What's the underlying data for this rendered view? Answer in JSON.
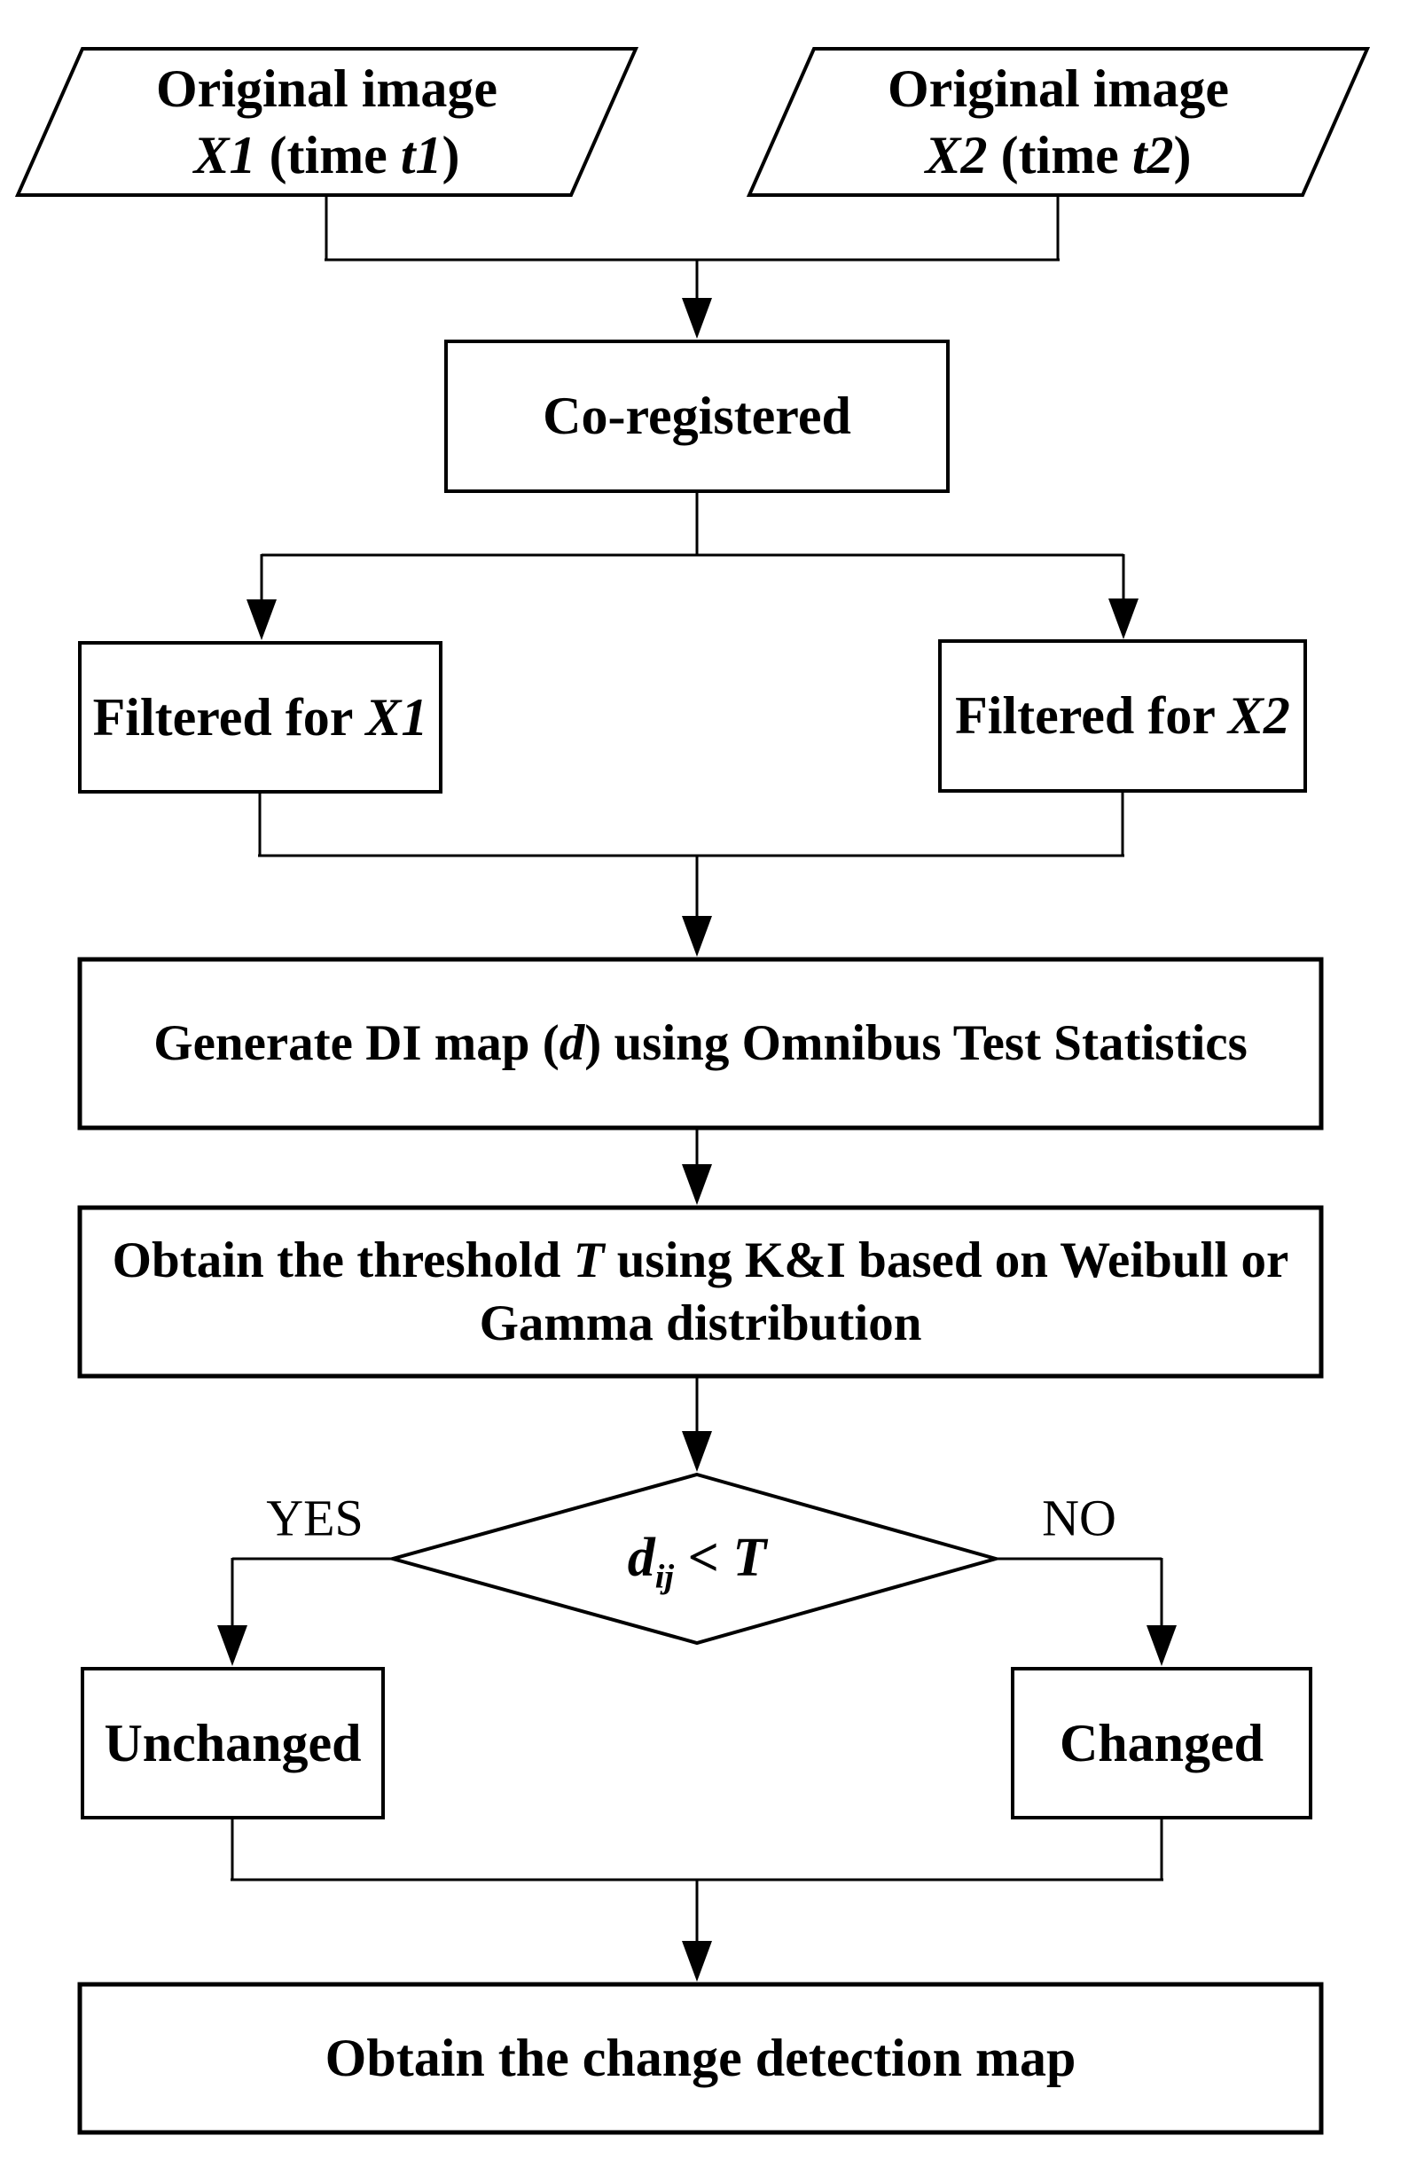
{
  "colors": {
    "background": "#ffffff",
    "stroke": "#000000",
    "text": "#000000"
  },
  "nodes": {
    "source1": {
      "line1": "Original image",
      "x": "X1",
      "between": " (time ",
      "t": "t1",
      "close": ")"
    },
    "source2": {
      "line1": "Original image",
      "x": "X2",
      "between": " (time ",
      "t": "t2",
      "close": ")"
    },
    "coregister": {
      "label": "Co-registered"
    },
    "filter1": {
      "prefix": "Filtered for ",
      "x": "X1"
    },
    "filter2": {
      "prefix": "Filtered for ",
      "x": "X2"
    },
    "generate": {
      "prefix": "Generate DI map (",
      "d": "d",
      "suffix": ") using Omnibus Test Statistics"
    },
    "threshold": {
      "line1_a": "Obtain the threshold ",
      "line1_b": "T",
      "line1_c": " using K&I based on Weibull or",
      "line2": "Gamma distribution"
    },
    "decision": {
      "d": "d",
      "sub": "ij",
      "op": " < ",
      "t": "T"
    },
    "unchanged": {
      "label": "Unchanged"
    },
    "changed": {
      "label": "Changed"
    },
    "final": {
      "label": "Obtain the change detection map"
    }
  },
  "edges": {
    "yes_label": "YES",
    "no_label": "NO"
  }
}
